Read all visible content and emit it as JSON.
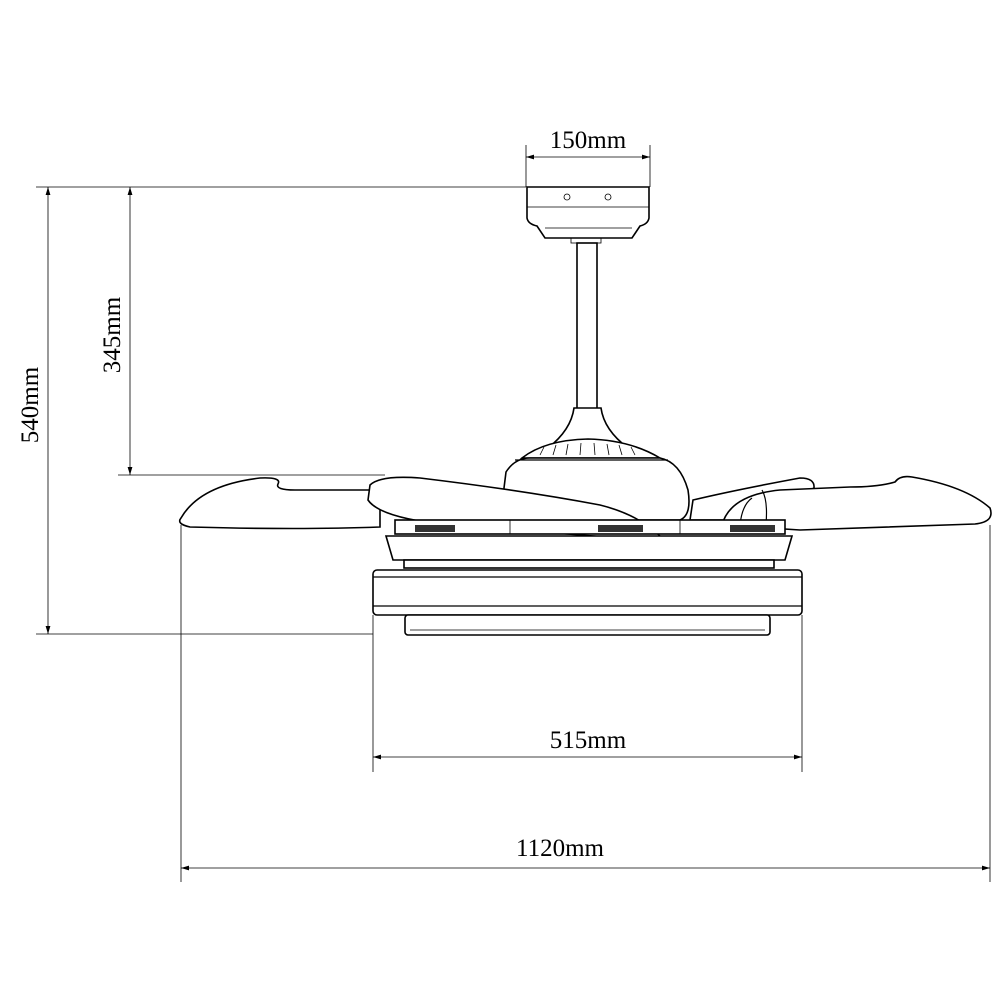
{
  "dimensions": {
    "canopy_width": "150mm",
    "drop_to_blade": "345mm",
    "total_height": "540mm",
    "light_width": "515mm",
    "blade_span": "1120mm"
  },
  "colors": {
    "line": "#000000",
    "background": "#ffffff"
  }
}
